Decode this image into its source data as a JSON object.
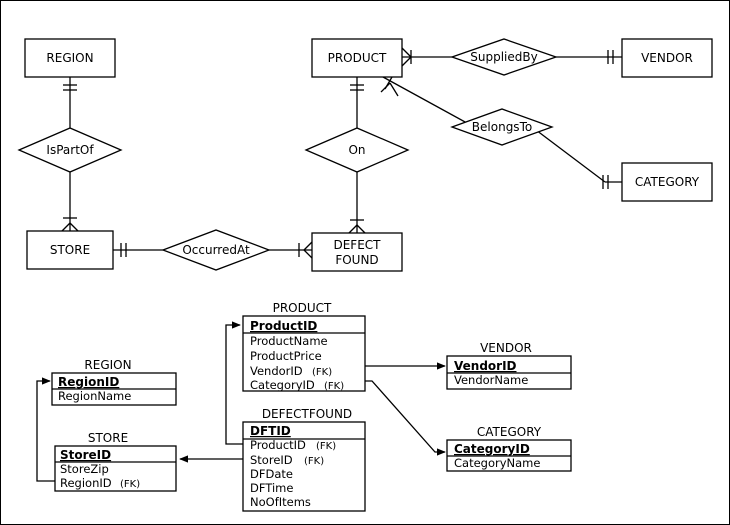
{
  "er": {
    "entities": {
      "region": "REGION",
      "product": "PRODUCT",
      "vendor": "VENDOR",
      "category": "CATEGORY",
      "store": "STORE",
      "defect_line1": "DEFECT",
      "defect_line2": "FOUND"
    },
    "relationships": {
      "supplied_by": "SuppliedBy",
      "belongs_to": "BelongsTo",
      "is_part_of": "IsPartOf",
      "on": "On",
      "occurred_at": "OccurredAt"
    }
  },
  "schema": {
    "product": {
      "title": "PRODUCT",
      "pk": "ProductID",
      "fields": [
        "ProductName",
        "ProductPrice",
        "VendorID",
        "CategoryID"
      ],
      "fk_note": "(FK)"
    },
    "vendor": {
      "title": "VENDOR",
      "pk": "VendorID",
      "fields": [
        "VendorName"
      ]
    },
    "region": {
      "title": "REGION",
      "pk": "RegionID",
      "fields": [
        "RegionName"
      ]
    },
    "category": {
      "title": "CATEGORY",
      "pk": "CategoryID",
      "fields": [
        "CategoryName"
      ]
    },
    "defectfound": {
      "title": "DEFECTFOUND",
      "pk": "DFTID",
      "fields": [
        "ProductID",
        "StoreID",
        "DFDate",
        "DFTime",
        "NoOfItems"
      ],
      "fk_note": "(FK)"
    },
    "store": {
      "title": "STORE",
      "pk": "StoreID",
      "fields": [
        "StoreZip",
        "RegionID"
      ],
      "fk_note": "(FK)"
    }
  }
}
